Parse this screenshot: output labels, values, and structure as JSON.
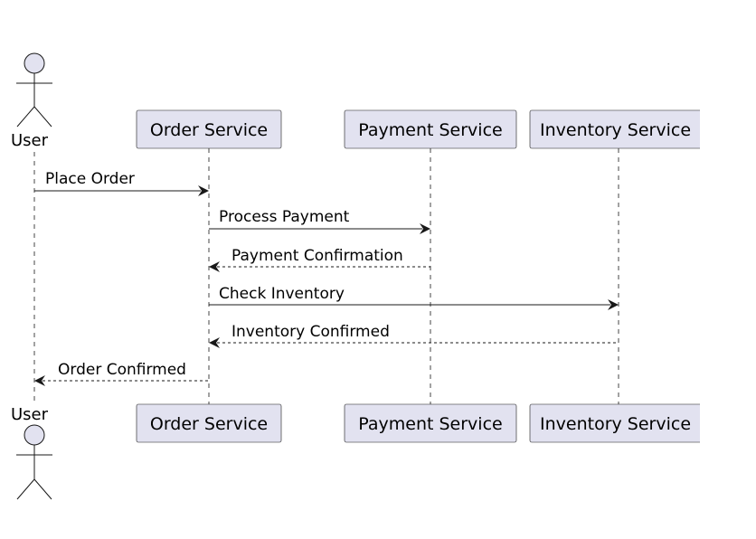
{
  "diagram": {
    "type": "sequence",
    "actor": {
      "label": "User"
    },
    "participants": [
      {
        "id": "order",
        "label": "Order Service"
      },
      {
        "id": "payment",
        "label": "Payment Service"
      },
      {
        "id": "inventory",
        "label": "Inventory Service"
      }
    ],
    "messages": [
      {
        "from": "user",
        "to": "order",
        "label": "Place Order",
        "style": "solid"
      },
      {
        "from": "order",
        "to": "payment",
        "label": "Process Payment",
        "style": "solid"
      },
      {
        "from": "payment",
        "to": "order",
        "label": "Payment Confirmation",
        "style": "dashed"
      },
      {
        "from": "order",
        "to": "inventory",
        "label": "Check Inventory",
        "style": "solid"
      },
      {
        "from": "inventory",
        "to": "order",
        "label": "Inventory Confirmed",
        "style": "dashed"
      },
      {
        "from": "order",
        "to": "user",
        "label": "Order Confirmed",
        "style": "dashed"
      }
    ],
    "colors": {
      "participant_fill": "#e2e2f0",
      "stroke": "#181818"
    }
  }
}
